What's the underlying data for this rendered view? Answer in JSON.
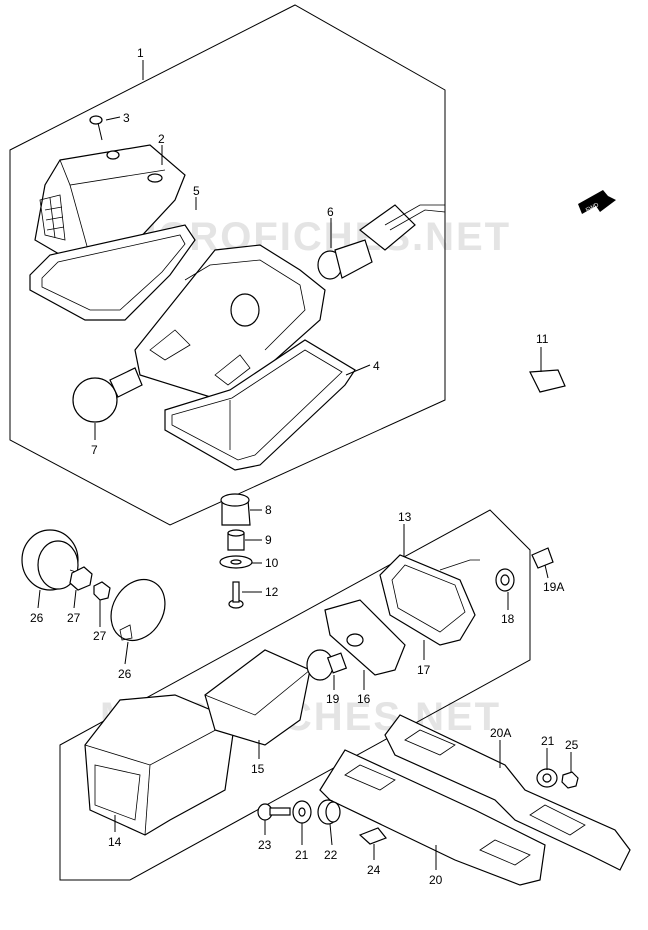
{
  "watermark": "MICROFICHES.NET",
  "fwd_label": "FWD",
  "labels": {
    "p1": "1",
    "p2": "2",
    "p3": "3",
    "p4": "4",
    "p5": "5",
    "p6": "6",
    "p7": "7",
    "p8": "8",
    "p9": "9",
    "p10": "10",
    "p11": "11",
    "p12": "12",
    "p13": "13",
    "p14": "14",
    "p15": "15",
    "p16": "16",
    "p17": "17",
    "p18": "18",
    "p19": "19",
    "p19a": "19A",
    "p20": "20",
    "p20a": "20A",
    "p21a": "21",
    "p21b": "21",
    "p22": "22",
    "p23": "23",
    "p24": "24",
    "p25": "25",
    "p26a": "26",
    "p26b": "26",
    "p27a": "27",
    "p27b": "27"
  }
}
